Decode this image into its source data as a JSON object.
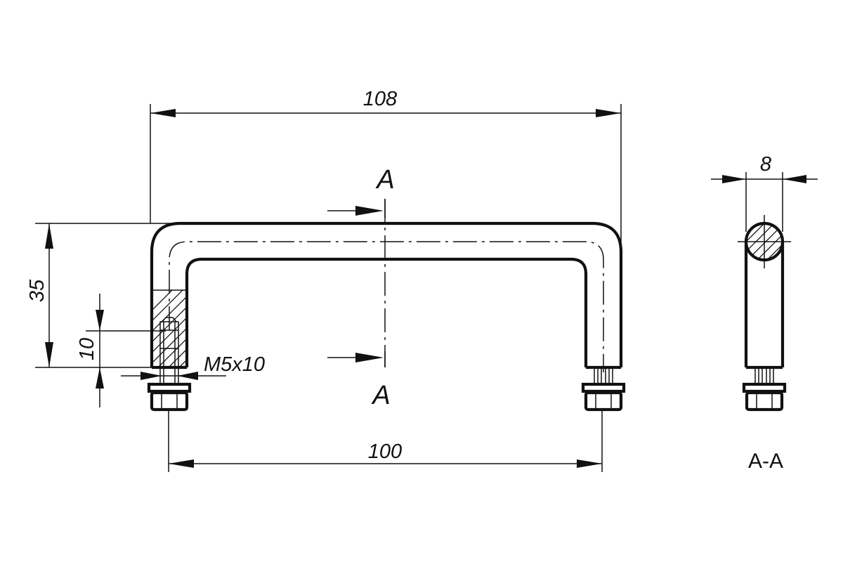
{
  "dimensions": {
    "overall_width": "108",
    "height": "35",
    "thread_depth": "10",
    "thread": "M5x10",
    "pitch": "100",
    "diameter": "8"
  },
  "section": {
    "marker_top": "A",
    "marker_bottom": "A",
    "view_title": "A-A"
  }
}
